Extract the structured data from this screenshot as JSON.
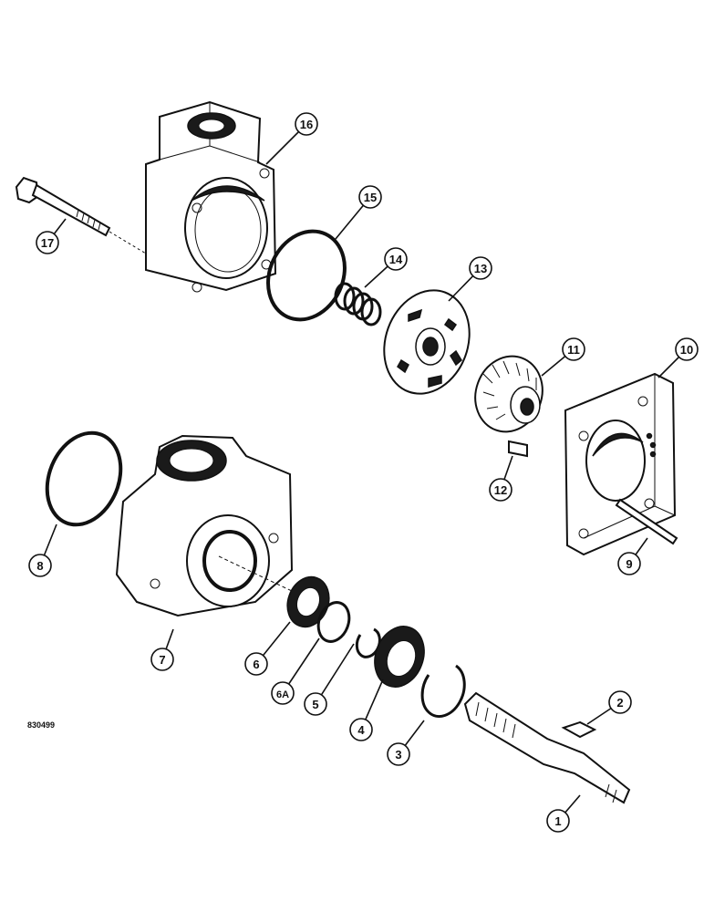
{
  "document_id": "830499",
  "callouts": [
    {
      "id": "1",
      "label": "1"
    },
    {
      "id": "2",
      "label": "2"
    },
    {
      "id": "3",
      "label": "3"
    },
    {
      "id": "4",
      "label": "4"
    },
    {
      "id": "5",
      "label": "5"
    },
    {
      "id": "6",
      "label": "6"
    },
    {
      "id": "6A",
      "label": "6A"
    },
    {
      "id": "7",
      "label": "7"
    },
    {
      "id": "8",
      "label": "8"
    },
    {
      "id": "9",
      "label": "9"
    },
    {
      "id": "10",
      "label": "10"
    },
    {
      "id": "11",
      "label": "11"
    },
    {
      "id": "12",
      "label": "12"
    },
    {
      "id": "13",
      "label": "13"
    },
    {
      "id": "14",
      "label": "14"
    },
    {
      "id": "15",
      "label": "15"
    },
    {
      "id": "16",
      "label": "16"
    },
    {
      "id": "17",
      "label": "17"
    }
  ]
}
